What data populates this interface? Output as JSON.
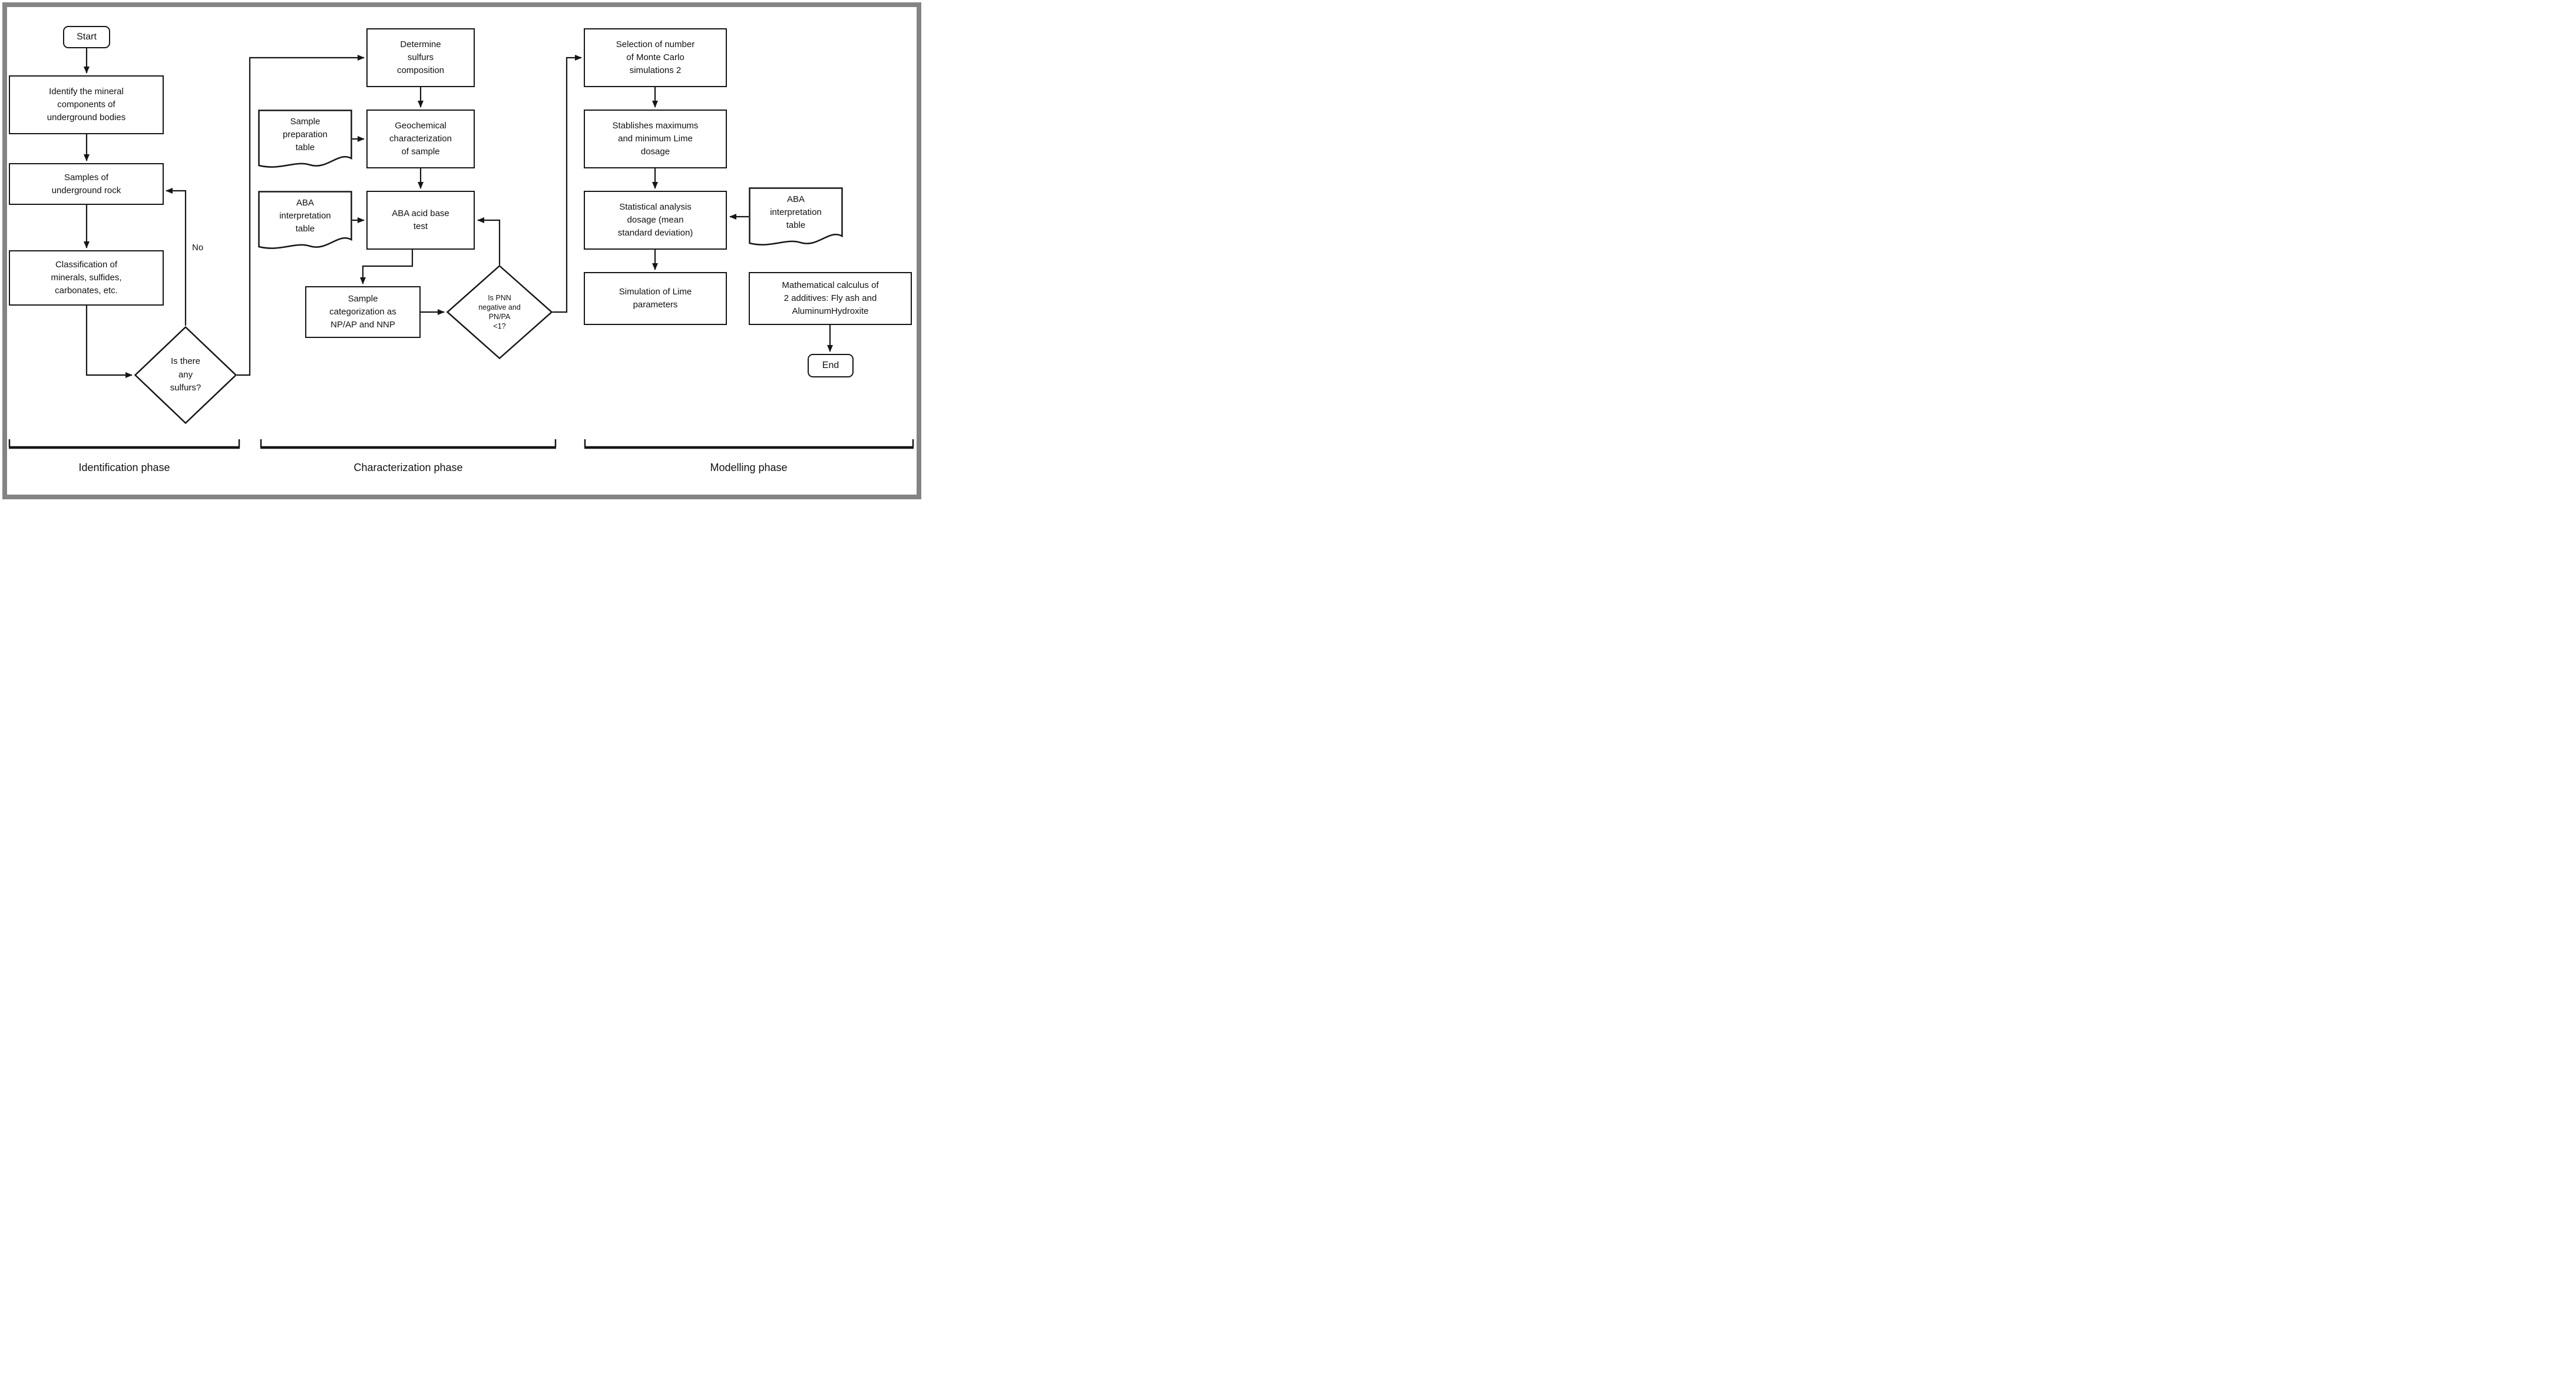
{
  "colors": {
    "line": "#161616",
    "frame_border": "#848484",
    "background": "#ffffff",
    "text": "#111111"
  },
  "nodes": {
    "start": {
      "label": "Start"
    },
    "identify": {
      "lines": [
        "Identify the mineral",
        "components of",
        "underground bodies"
      ]
    },
    "samples": {
      "lines": [
        "Samples of",
        "underground rock"
      ]
    },
    "classification": {
      "lines": [
        "Classification of",
        "minerals, sulfides,",
        "carbonates, etc."
      ]
    },
    "sulfur_decision": {
      "lines": [
        "Is there",
        "any",
        "sulfurs?"
      ]
    },
    "determine_sulfurs": {
      "lines": [
        "Determine",
        "sulfurs",
        "composition"
      ]
    },
    "sample_preparation_table": {
      "lines": [
        "Sample",
        "preparation",
        "table"
      ]
    },
    "geochemical": {
      "lines": [
        "Geochemical",
        "characterization",
        "of sample"
      ]
    },
    "aba_interpretation_table": {
      "lines": [
        "ABA",
        "interpretation",
        "table"
      ]
    },
    "aba_test": {
      "lines": [
        "ABA acid base",
        "test"
      ]
    },
    "sample_categorization": {
      "lines": [
        "Sample",
        "categorization as",
        "NP/AP and NNP"
      ]
    },
    "pnn_decision": {
      "lines": [
        "Is PNN",
        "negative and",
        "PN/PA",
        "<1?"
      ]
    },
    "monte_carlo_selection": {
      "lines": [
        "Selection of number",
        "of Monte Carlo",
        "simulations 2"
      ]
    },
    "lime_dosage_limits": {
      "lines": [
        "Stablishes maximums",
        "and minimum Lime",
        "dosage"
      ]
    },
    "statistical_analysis": {
      "lines": [
        "Statistical analysis",
        "dosage (mean",
        "standard deviation)"
      ]
    },
    "aba_interpretation_table_2": {
      "lines": [
        "ABA",
        "interpretation",
        "table"
      ]
    },
    "lime_simulation": {
      "lines": [
        "Simulation of Lime",
        "parameters"
      ]
    },
    "math_calculus": {
      "lines": [
        "Mathematical calculus of",
        "2 additives: Fly ash and",
        "AluminumHydroxite"
      ]
    },
    "end": {
      "label": "End"
    }
  },
  "edge_labels": {
    "no": "No"
  },
  "phases": {
    "identification": {
      "label": "Identification phase"
    },
    "characterization": {
      "label": "Characterization phase"
    },
    "modelling": {
      "label": "Modelling phase"
    }
  }
}
